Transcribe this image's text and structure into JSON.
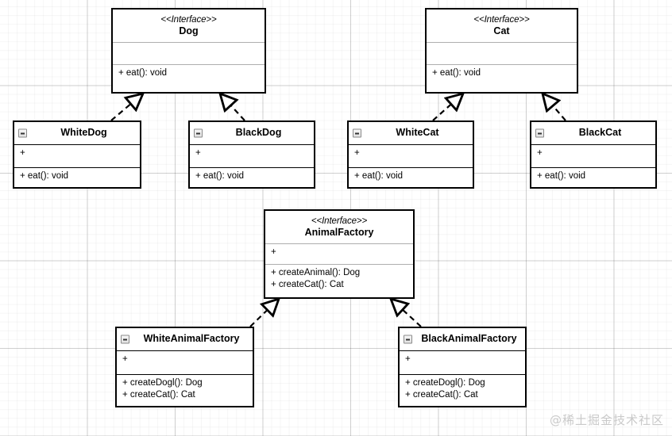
{
  "diagram": {
    "title": "Abstract Factory UML class diagram",
    "watermark": "@稀土掘金技术社区",
    "stereotype_interface": "<<Interface>>",
    "background": "#ffffff",
    "line_color": "#000000"
  },
  "nodes": {
    "dog": {
      "kind": "interface",
      "stereotype": "<<Interface>>",
      "name": "Dog",
      "attributes": [],
      "operations": [
        "+ eat(): void"
      ]
    },
    "cat": {
      "kind": "interface",
      "stereotype": "<<Interface>>",
      "name": "Cat",
      "attributes": [],
      "operations": [
        "+ eat(): void"
      ]
    },
    "white_dog": {
      "kind": "class",
      "icon": "collapse-minus-icon",
      "name": "WhiteDog",
      "attributes": [
        "+"
      ],
      "operations": [
        "+ eat(): void"
      ]
    },
    "black_dog": {
      "kind": "class",
      "icon": "collapse-minus-icon",
      "name": "BlackDog",
      "attributes": [
        "+"
      ],
      "operations": [
        "+ eat(): void"
      ]
    },
    "white_cat": {
      "kind": "class",
      "icon": "collapse-minus-icon",
      "name": "WhiteCat",
      "attributes": [
        "+"
      ],
      "operations": [
        "+ eat(): void"
      ]
    },
    "black_cat": {
      "kind": "class",
      "icon": "collapse-minus-icon",
      "name": "BlackCat",
      "attributes": [
        "+"
      ],
      "operations": [
        "+ eat(): void"
      ]
    },
    "animal_factory": {
      "kind": "interface",
      "stereotype": "<<Interface>>",
      "name": "AnimalFactory",
      "attributes": [
        "+"
      ],
      "operations": [
        "+ createAnimal(): Dog",
        "+ createCat(): Cat"
      ]
    },
    "white_animal_factory": {
      "kind": "class",
      "icon": "collapse-minus-icon",
      "name": "WhiteAnimalFactory",
      "attributes": [
        "+"
      ],
      "operations": [
        "+ createDogl(): Dog",
        "+ createCat(): Cat"
      ]
    },
    "black_animal_factory": {
      "kind": "class",
      "icon": "collapse-minus-icon",
      "name": "BlackAnimalFactory",
      "attributes": [
        "+"
      ],
      "operations": [
        "+ createDogl(): Dog",
        "+ createCat(): Cat"
      ]
    }
  },
  "edges": [
    {
      "from": "white_dog",
      "to": "dog",
      "type": "realization"
    },
    {
      "from": "black_dog",
      "to": "dog",
      "type": "realization"
    },
    {
      "from": "white_cat",
      "to": "cat",
      "type": "realization"
    },
    {
      "from": "black_cat",
      "to": "cat",
      "type": "realization"
    },
    {
      "from": "white_animal_factory",
      "to": "animal_factory",
      "type": "realization"
    },
    {
      "from": "black_animal_factory",
      "to": "animal_factory",
      "type": "realization"
    }
  ]
}
